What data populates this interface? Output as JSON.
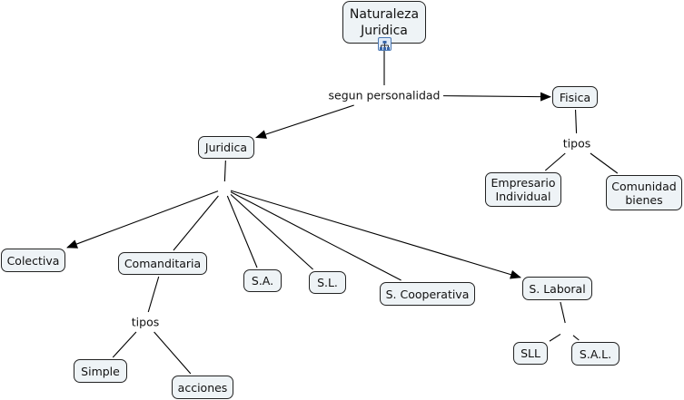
{
  "map": {
    "nodes": [
      {
        "id": "root",
        "text": "Naturaleza\nJuridica",
        "root": true
      },
      {
        "id": "fisica",
        "text": "Fisica"
      },
      {
        "id": "juridica",
        "text": "Juridica"
      },
      {
        "id": "empresario",
        "text": "Empresario\nIndividual"
      },
      {
        "id": "comunidad",
        "text": "Comunidad\nbienes"
      },
      {
        "id": "colectiva",
        "text": "Colectiva"
      },
      {
        "id": "comanditaria",
        "text": "Comanditaria"
      },
      {
        "id": "sa",
        "text": "S.A."
      },
      {
        "id": "sl",
        "text": "S.L."
      },
      {
        "id": "cooperativa",
        "text": "S. Cooperativa"
      },
      {
        "id": "laboral",
        "text": "S. Laboral"
      },
      {
        "id": "simple",
        "text": "Simple"
      },
      {
        "id": "acciones",
        "text": "acciones"
      },
      {
        "id": "sll",
        "text": "SLL"
      },
      {
        "id": "sal",
        "text": "S.A.L."
      }
    ],
    "linking_phrases": [
      {
        "id": "segun",
        "text": "segun personalidad"
      },
      {
        "id": "tipos1",
        "text": "tipos"
      },
      {
        "id": "tipos2",
        "text": "tipos"
      },
      {
        "id": "blank1",
        "text": ""
      },
      {
        "id": "blank2",
        "text": ""
      }
    ],
    "connections": [
      {
        "from": "root",
        "to": "segun",
        "arrow": false
      },
      {
        "from": "segun",
        "to": "fisica",
        "arrow": true
      },
      {
        "from": "segun",
        "to": "juridica",
        "arrow": true
      },
      {
        "from": "fisica",
        "to": "tipos1",
        "arrow": false
      },
      {
        "from": "tipos1",
        "to": "empresario",
        "arrow": false
      },
      {
        "from": "tipos1",
        "to": "comunidad",
        "arrow": false
      },
      {
        "from": "juridica",
        "to": "blank1",
        "arrow": false
      },
      {
        "from": "blank1",
        "to": "colectiva",
        "arrow": true
      },
      {
        "from": "blank1",
        "to": "comanditaria",
        "arrow": false
      },
      {
        "from": "blank1",
        "to": "sa",
        "arrow": false
      },
      {
        "from": "blank1",
        "to": "sl",
        "arrow": false
      },
      {
        "from": "blank1",
        "to": "cooperativa",
        "arrow": false
      },
      {
        "from": "blank1",
        "to": "laboral",
        "arrow": true
      },
      {
        "from": "comanditaria",
        "to": "tipos2",
        "arrow": false
      },
      {
        "from": "tipos2",
        "to": "simple",
        "arrow": false
      },
      {
        "from": "tipos2",
        "to": "acciones",
        "arrow": false
      },
      {
        "from": "laboral",
        "to": "blank2",
        "arrow": false
      },
      {
        "from": "blank2",
        "to": "sll",
        "arrow": false
      },
      {
        "from": "blank2",
        "to": "sal",
        "arrow": false
      }
    ],
    "root_icon": "concept-map-resource-icon"
  }
}
